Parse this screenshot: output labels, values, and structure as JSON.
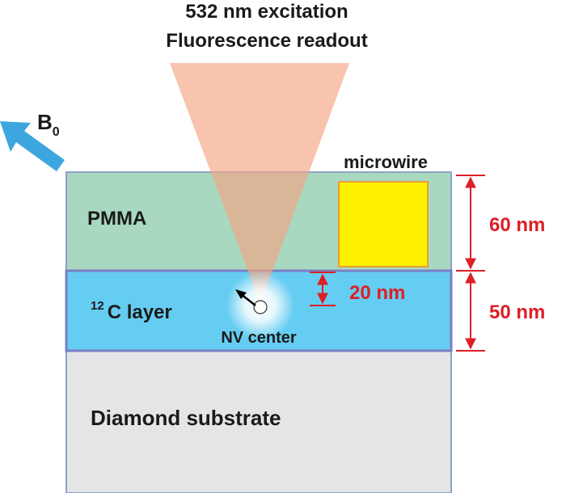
{
  "title": {
    "line1": "532 nm excitation",
    "line2": "Fluorescence readout"
  },
  "field": {
    "symbol": "B",
    "subscript": "0",
    "arrow_color": "#3ea6df"
  },
  "layers": {
    "pmma": {
      "label": "PMMA",
      "color": "#a8d8bf"
    },
    "c12": {
      "sup": "12",
      "label": "C layer",
      "color": "#66cdf2"
    },
    "substrate": {
      "label": "Diamond substrate",
      "color": "#e5e5e7"
    }
  },
  "microwire": {
    "label": "microwire",
    "color": "#fff200"
  },
  "nv": {
    "label": "NV center"
  },
  "dimensions": {
    "pmma": "60 nm",
    "c12": "50 nm",
    "depth": "20 nm",
    "color": "#dd1f26"
  },
  "beam_color": "#f4a582"
}
